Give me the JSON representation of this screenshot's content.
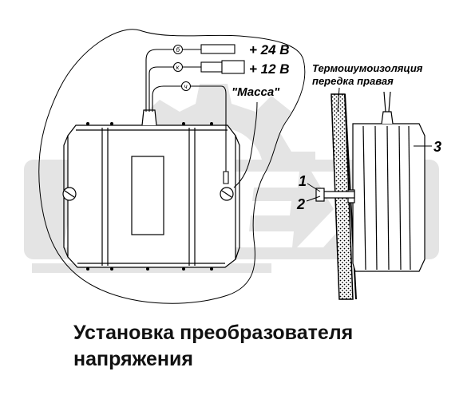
{
  "labels": {
    "plus24": "+ 24 В",
    "plus12": "+ 12 В",
    "massa": "\"Масса\"",
    "insulation_line1": "Термошумоизоляция",
    "insulation_line2": "передка правая",
    "callout_1": "1",
    "callout_2": "2",
    "callout_3": "3",
    "wire_b": "б",
    "wire_k": "к",
    "wire_ch": "ч"
  },
  "watermark": {
    "text": "OPEX"
  },
  "caption": {
    "line1": "Установка преобразователя",
    "line2": "напряжения"
  },
  "colors": {
    "watermark": "#e4e4e4",
    "ink": "#000000"
  }
}
